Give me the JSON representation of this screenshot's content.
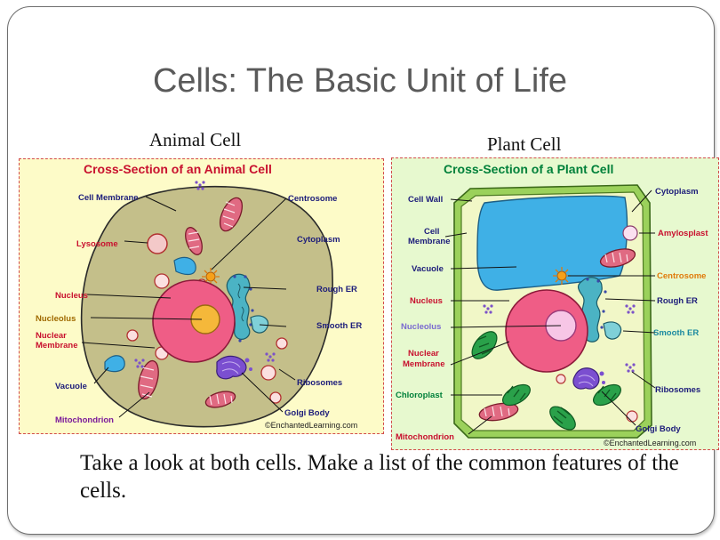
{
  "slide": {
    "title": "Cells: The Basic Unit of Life",
    "animal_caption": "Animal Cell",
    "plant_caption": "Plant Cell",
    "footer": "Take a look at both cells. Make a list of the common features of the cells."
  },
  "animal_diagram": {
    "heading": "Cross-Section of an Animal Cell",
    "credit": "©EnchantedLearning.com",
    "labels": {
      "cell_membrane": "Cell Membrane",
      "centrosome": "Centrosome",
      "lysosome": "Lysosome",
      "cytoplasm": "Cytoplasm",
      "nucleus": "Nucleus",
      "rough_er": "Rough ER",
      "nucleolus": "Nucleolus",
      "smooth_er": "Smooth ER",
      "nuclear_membrane_1": "Nuclear",
      "nuclear_membrane_2": "Membrane",
      "vacuole": "Vacuole",
      "ribosomes": "Ribosomes",
      "mitochondrion": "Mitochondrion",
      "golgi_body": "Golgi Body"
    }
  },
  "plant_diagram": {
    "heading": "Cross-Section of a Plant Cell",
    "credit": "©EnchantedLearning.com",
    "labels": {
      "cell_wall": "Cell Wall",
      "cytoplasm": "Cytoplasm",
      "cell_membrane_1": "Cell",
      "cell_membrane_2": "Membrane",
      "amylosplast": "Amylosplast",
      "vacuole": "Vacuole",
      "centrosome": "Centrosome",
      "nucleus": "Nucleus",
      "rough_er": "Rough ER",
      "nucleolus": "Nucleolus",
      "smooth_er": "Smooth ER",
      "nuclear_membrane_1": "Nuclear",
      "nuclear_membrane_2": "Membrane",
      "chloroplast": "Chloroplast",
      "ribosomes": "Ribosomes",
      "golgi_body": "Golgi Body",
      "mitochondrion": "Mitochondrion"
    }
  },
  "colors": {
    "title_gray": "#5a5a5a",
    "heading_red": "#c8102e",
    "heading_green": "#00803a",
    "label_navy": "#1c1c7a",
    "animal_background": "#fdfbc8",
    "plant_background": "#e7f9cf",
    "nucleus_pink": "#ef5d86",
    "nucleolus_orange": "#f5b83a",
    "vacuole_blue": "#3fb0e6",
    "chloroplast_green": "#2aa14a",
    "golgi_purple": "#7b4fd0",
    "er_teal": "#3ea8b8",
    "mitochondria_red": "#d2305a"
  }
}
